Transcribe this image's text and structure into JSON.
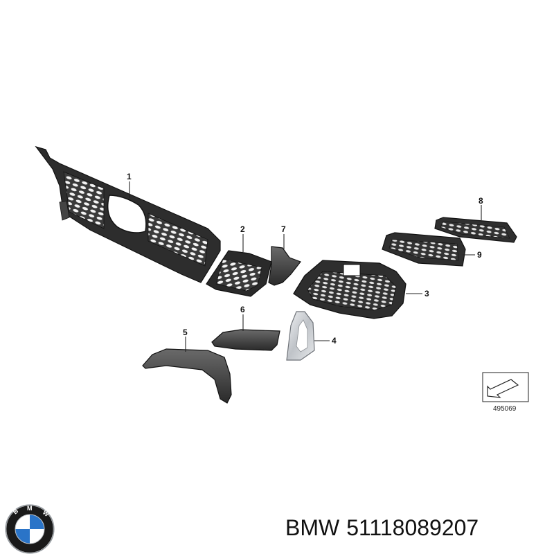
{
  "callouts": {
    "c1": "1",
    "c2": "2",
    "c3": "3",
    "c4": "4",
    "c5": "5",
    "c6": "6",
    "c7": "7",
    "c8": "8",
    "c9": "9"
  },
  "reference_box": {
    "number": "495069"
  },
  "caption": {
    "brand": "BMW",
    "part_number": "51118089207"
  },
  "logo": {
    "letters": "BMW",
    "colors": {
      "ring": "#1a1a1a",
      "blue": "#2a74c8",
      "white": "#ffffff"
    }
  },
  "colors": {
    "part_dark": "#2b2b2b",
    "part_mid": "#4a4a4a",
    "part_light": "#cfd2d6",
    "outline": "#111111"
  }
}
